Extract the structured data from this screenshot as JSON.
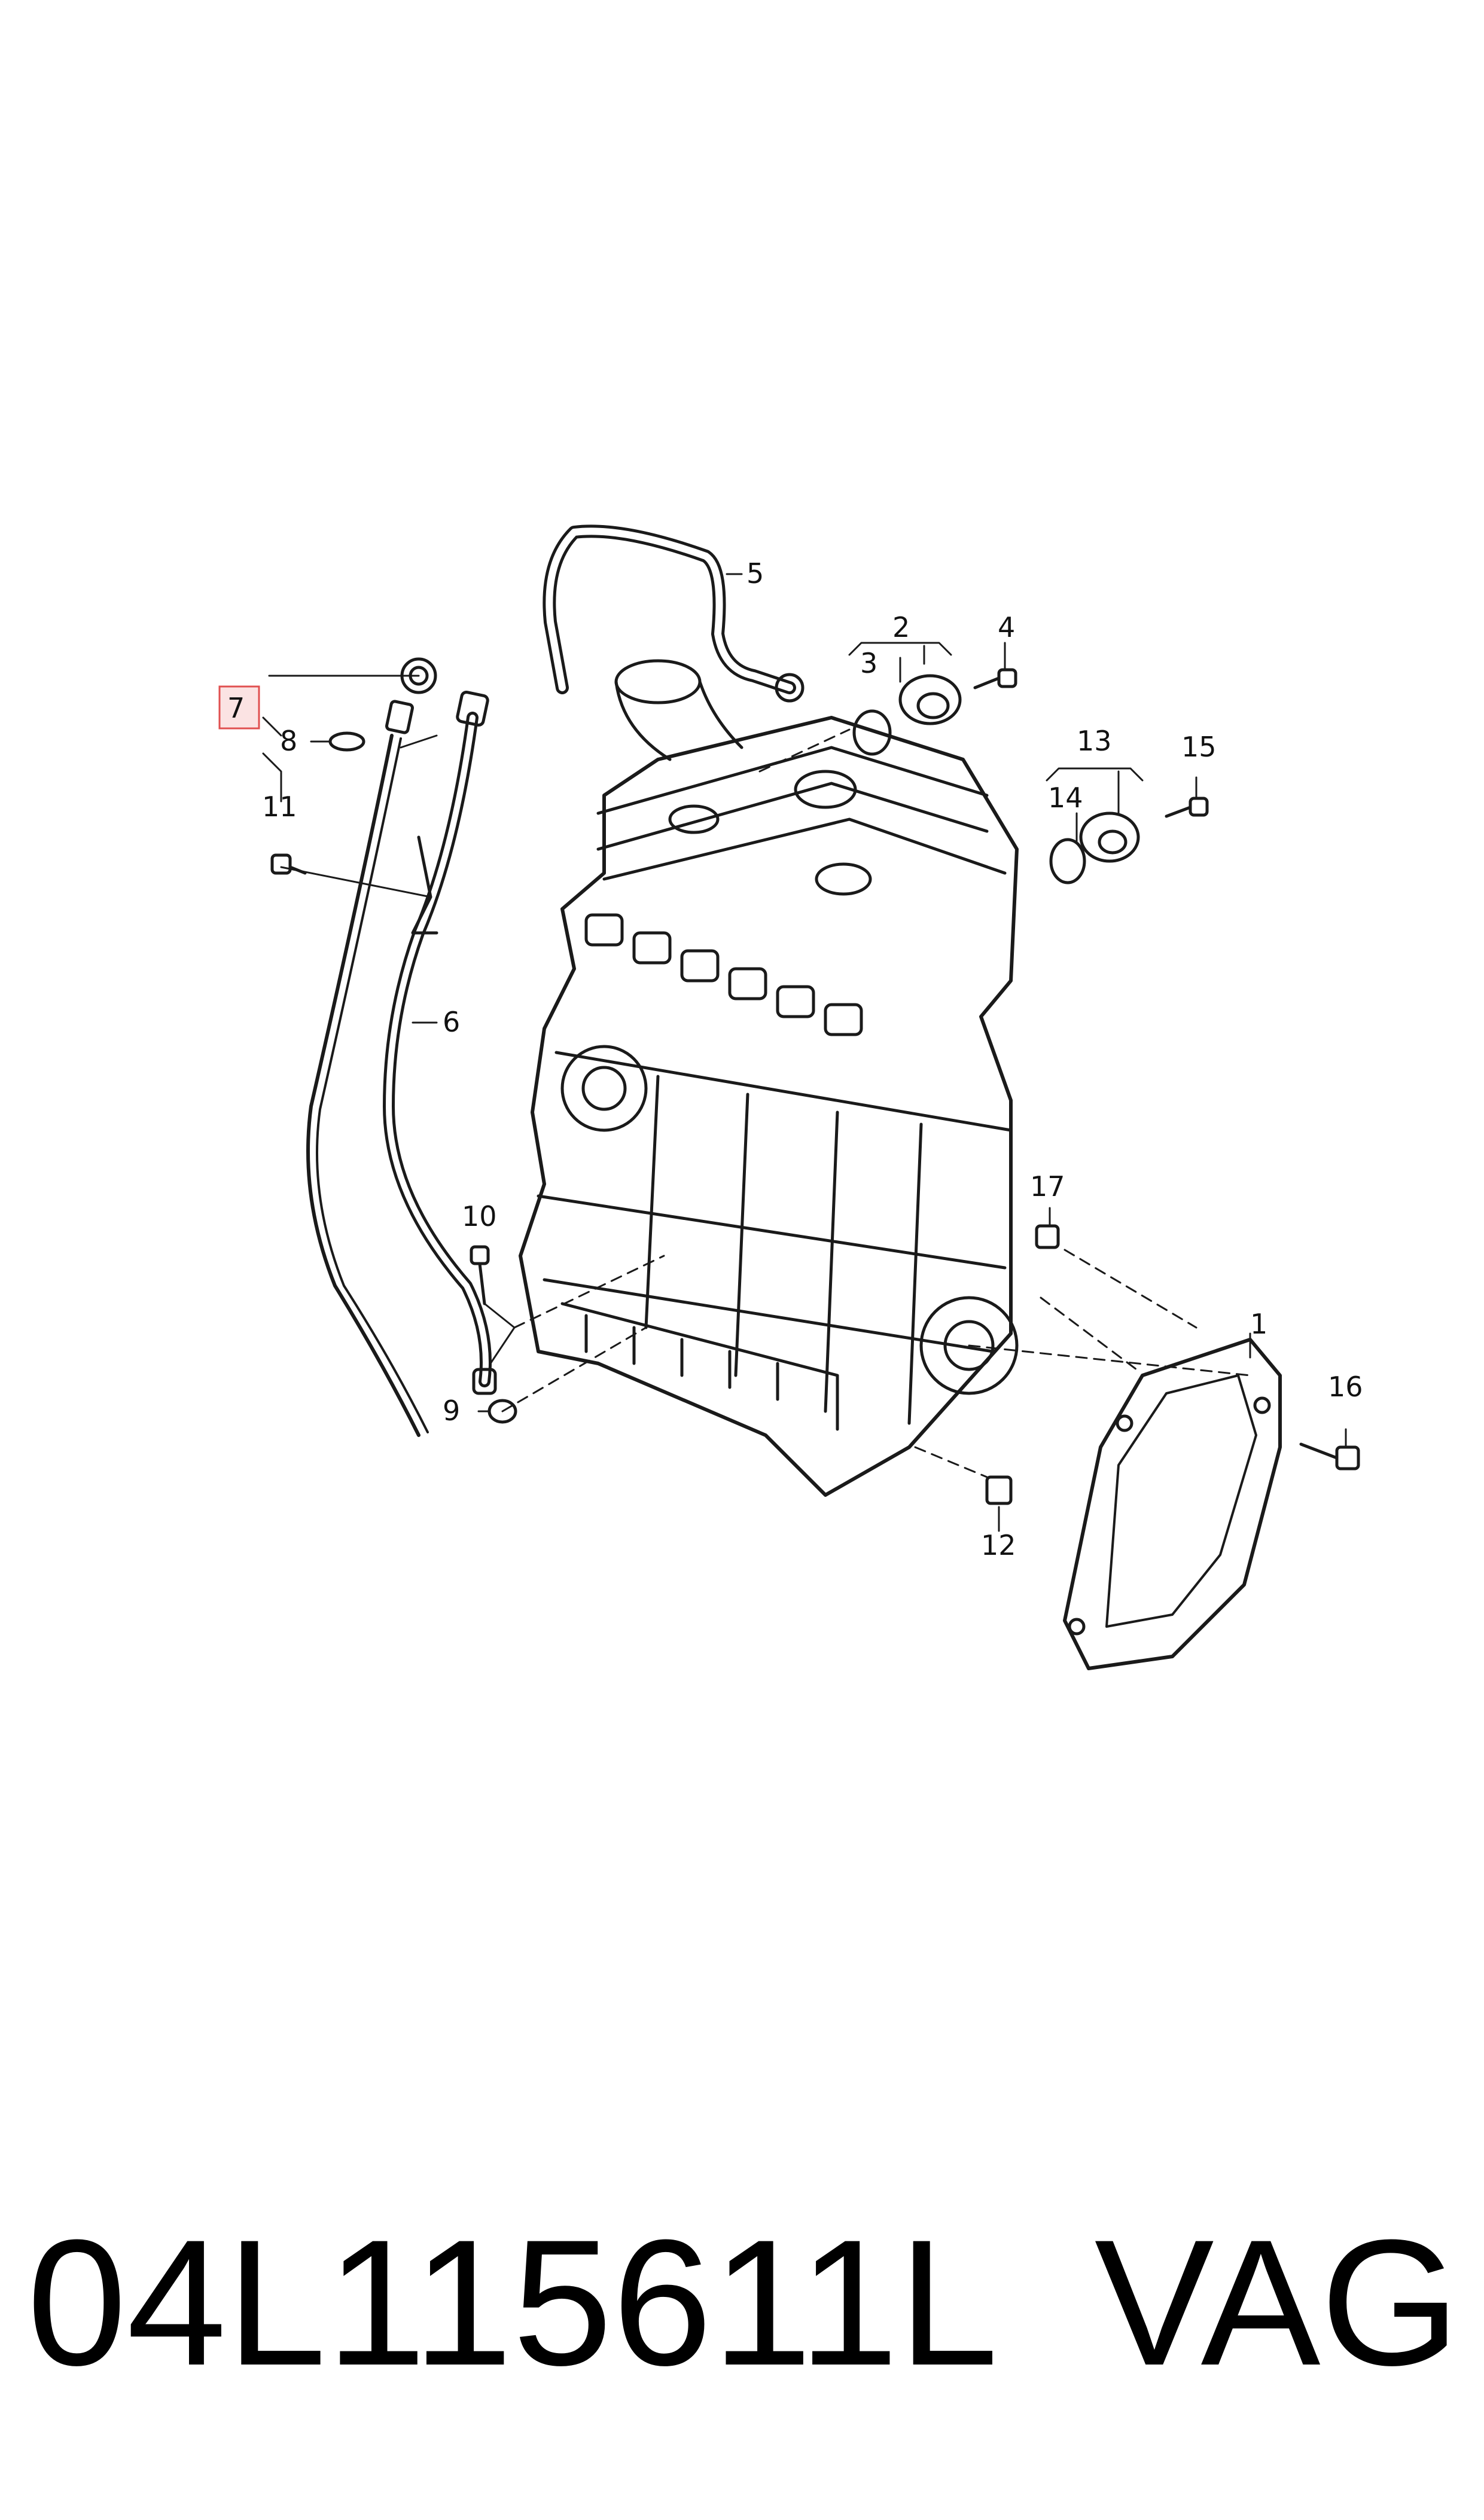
{
  "callouts": {
    "c1": "1",
    "c2": "2",
    "c3": "3",
    "c4": "4",
    "c5": "5",
    "c6": "6",
    "c7": "7",
    "c8": "8",
    "c9": "9",
    "c10": "10",
    "c11": "11",
    "c12": "12",
    "c13": "13",
    "c14": "14",
    "c15": "15",
    "c16": "16",
    "c17": "17"
  },
  "highlighted_callout": "7",
  "footer": {
    "part_number": "04L115611L",
    "brand": "VAG"
  },
  "colors": {
    "line": "#1a1a1a",
    "highlight_border": "#e05050",
    "highlight_fill": "#fbe3e3",
    "background": "#ffffff"
  }
}
